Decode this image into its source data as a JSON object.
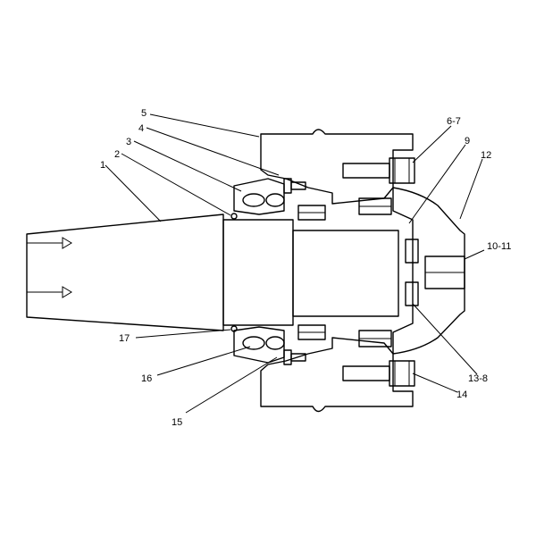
{
  "callouts": [
    {
      "id": "c1",
      "text": "1"
    },
    {
      "id": "c2",
      "text": "2"
    },
    {
      "id": "c3",
      "text": "3"
    },
    {
      "id": "c4",
      "text": "4"
    },
    {
      "id": "c5",
      "text": "5"
    },
    {
      "id": "c6_7",
      "text": "6-7"
    },
    {
      "id": "c9",
      "text": "9"
    },
    {
      "id": "c12",
      "text": "12"
    },
    {
      "id": "c10_11",
      "text": "10-11"
    },
    {
      "id": "c17",
      "text": "17"
    },
    {
      "id": "c16",
      "text": "16"
    },
    {
      "id": "c15",
      "text": "15"
    },
    {
      "id": "c13_8",
      "text": "13-8"
    },
    {
      "id": "c14",
      "text": "14"
    }
  ]
}
